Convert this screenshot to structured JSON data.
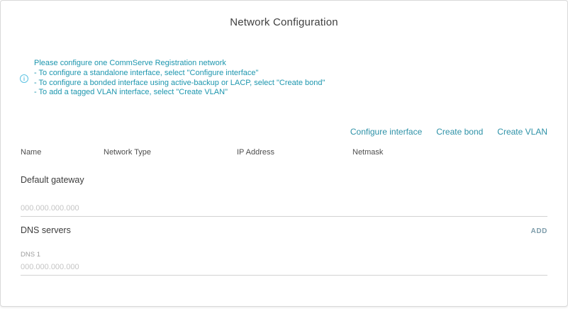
{
  "page": {
    "title": "Network Configuration"
  },
  "info": {
    "icon": "info-icon",
    "lines": [
      "Please configure one CommServe Registration network",
      "- To configure a standalone interface, select \"Configure interface\"",
      "- To configure a bonded interface using active-backup or LACP, select \"Create bond\"",
      "- To add a tagged VLAN interface, select \"Create VLAN\""
    ]
  },
  "actions": {
    "configure_interface": "Configure interface",
    "create_bond": "Create bond",
    "create_vlan": "Create VLAN"
  },
  "table": {
    "headers": [
      "Name",
      "Network Type",
      "IP Address",
      "Netmask"
    ],
    "rows": []
  },
  "default_gateway": {
    "label": "Default gateway",
    "placeholder": "000.000.000.000",
    "value": ""
  },
  "dns": {
    "section_label": "DNS servers",
    "add_label": "ADD",
    "entries": [
      {
        "label": "DNS 1",
        "placeholder": "000.000.000.000",
        "value": ""
      }
    ]
  },
  "colors": {
    "info_text_teal": "#1d96ae",
    "link_teal": "#2d91a7",
    "info_icon_blue": "#5bc2e2",
    "add_muted": "#7e9dab",
    "underline_gray": "#d2d2d2"
  }
}
